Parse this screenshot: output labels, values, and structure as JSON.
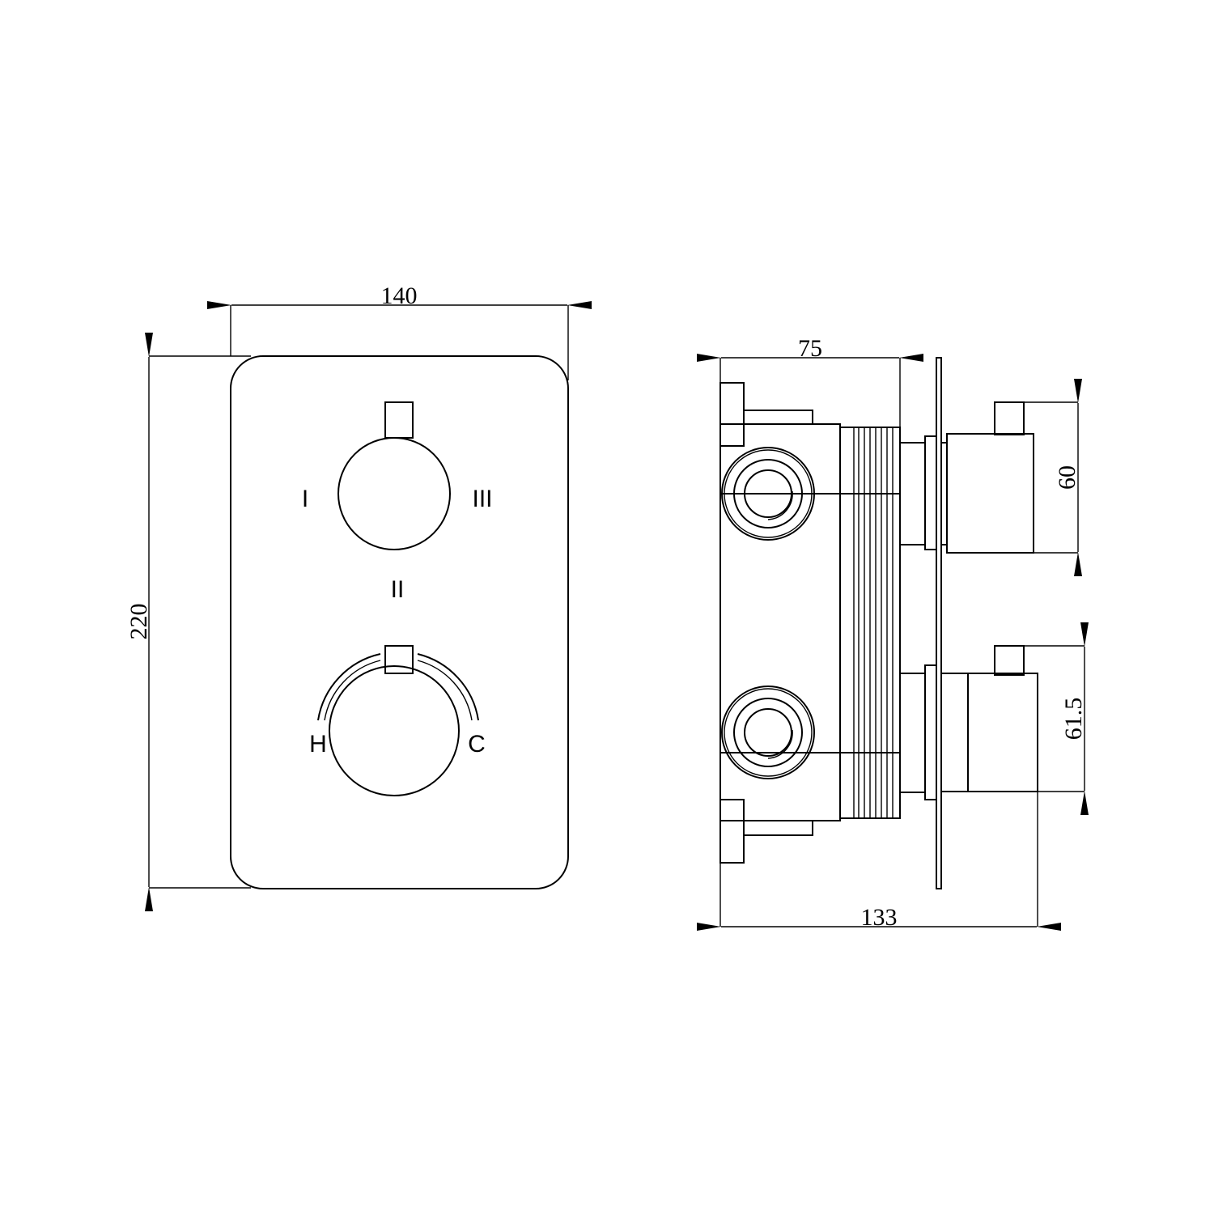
{
  "front_view": {
    "width_dim": "140",
    "height_dim": "220",
    "diverter_labels": {
      "position_1": "I",
      "position_2": "II",
      "position_3": "III"
    },
    "thermostat_labels": {
      "hot": "H",
      "cold": "C"
    }
  },
  "side_view": {
    "body_depth_dim": "75",
    "total_depth_dim": "133",
    "upper_handle_dim": "60",
    "lower_handle_dim": "61.5"
  }
}
